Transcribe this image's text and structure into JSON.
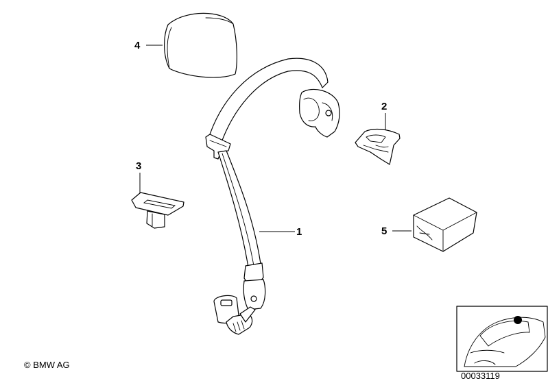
{
  "callouts": {
    "belt": "1",
    "cover": "2",
    "plate": "3",
    "headrest": "4",
    "box": "5"
  },
  "footer": {
    "copyright": "© BMW AG",
    "image_number": "00033119"
  }
}
